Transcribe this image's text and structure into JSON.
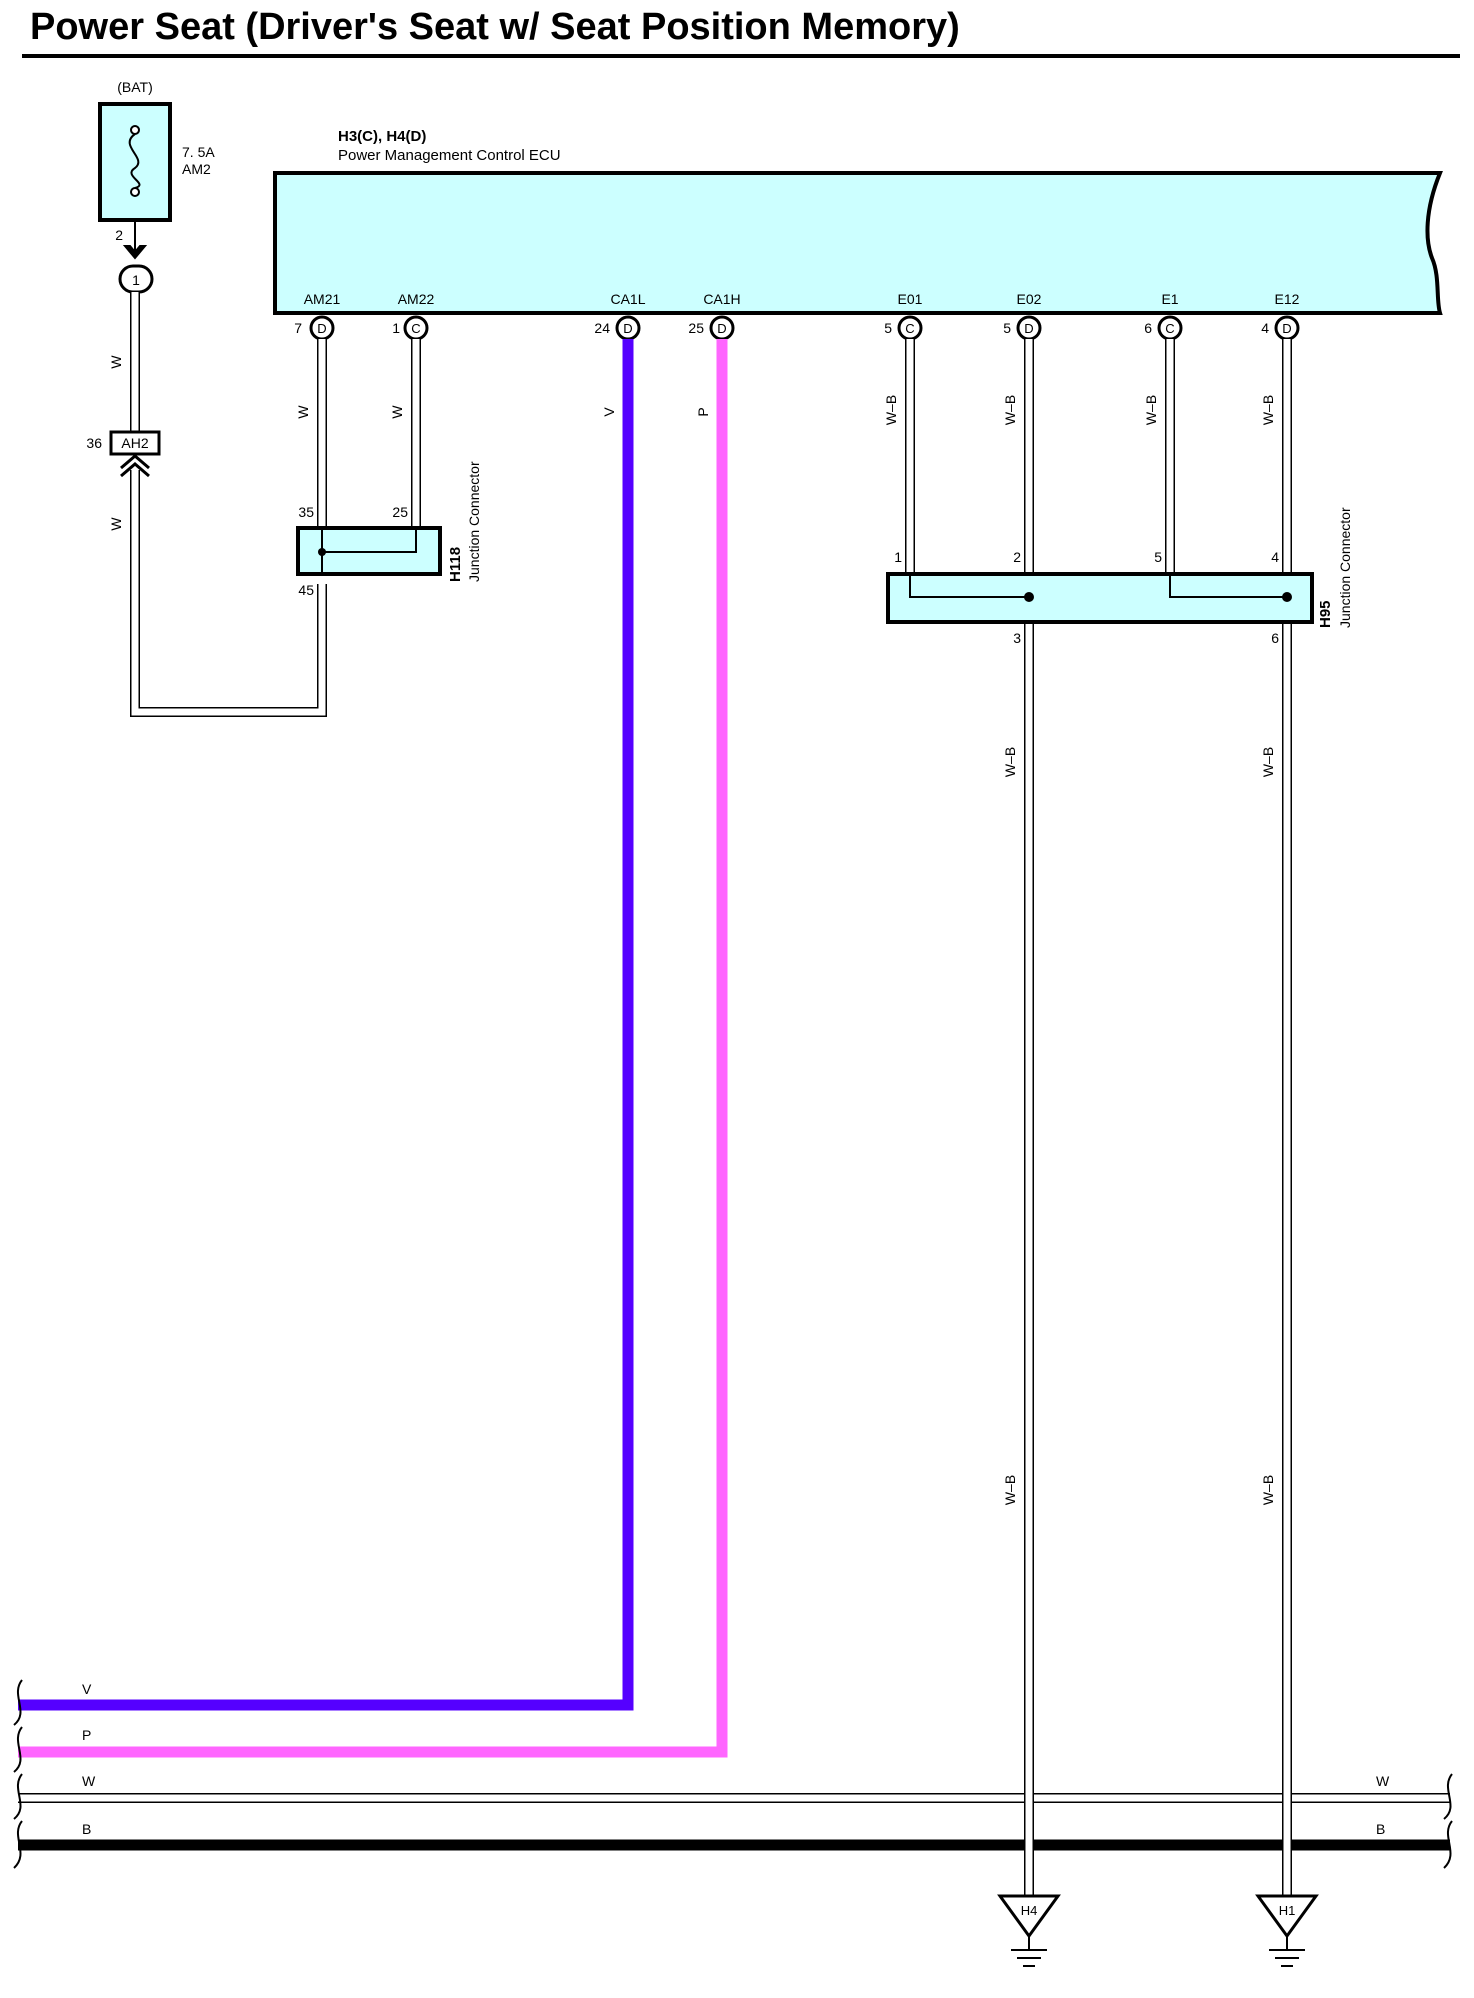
{
  "title": "Power Seat (Driver's Seat w/ Seat Position Memory)",
  "colors": {
    "fill": "#ccffff",
    "violet": "#5500ff",
    "pink": "#ff66ff",
    "white_wire": "#ffffff",
    "black_wire": "#000000"
  },
  "battery": {
    "label": "(BAT)",
    "fuse_rating": "7. 5A",
    "fuse_name": "AM2",
    "pin_top": "2",
    "connector_pin": "1"
  },
  "ah2_connector": {
    "name": "AH2",
    "pin": "36"
  },
  "ecu": {
    "code": "H3(C), H4(D)",
    "name": "Power Management Control ECU",
    "terminals": [
      {
        "name": "AM21",
        "pin": "7",
        "conn": "D"
      },
      {
        "name": "AM22",
        "pin": "1",
        "conn": "C"
      },
      {
        "name": "CA1L",
        "pin": "24",
        "conn": "D"
      },
      {
        "name": "CA1H",
        "pin": "25",
        "conn": "D"
      },
      {
        "name": "E01",
        "pin": "5",
        "conn": "C"
      },
      {
        "name": "E02",
        "pin": "5",
        "conn": "D"
      },
      {
        "name": "E1",
        "pin": "6",
        "conn": "C"
      },
      {
        "name": "E12",
        "pin": "4",
        "conn": "D"
      }
    ]
  },
  "h118": {
    "code": "H118",
    "name": "Junction Connector",
    "pins": [
      "35",
      "25",
      "45"
    ]
  },
  "h95": {
    "code": "H95",
    "name": "Junction Connector",
    "pins": [
      "1",
      "2",
      "5",
      "4",
      "3",
      "6"
    ]
  },
  "wire_colors": {
    "w": "W",
    "v": "V",
    "p": "P",
    "wb": "W–B",
    "b": "B"
  },
  "grounds": [
    "H4",
    "H1"
  ]
}
